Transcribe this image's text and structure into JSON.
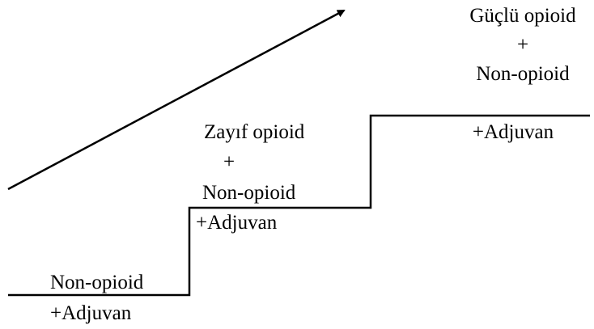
{
  "diagram": {
    "colors": {
      "line": "#000000",
      "text": "#000000",
      "background": "#ffffff"
    },
    "steps": [
      {
        "level": 1,
        "lines": [
          "Non-opioid",
          "+Adjuvan"
        ]
      },
      {
        "level": 2,
        "lines": [
          "Zayıf opioid",
          "+",
          "Non-opioid",
          "+Adjuvan"
        ]
      },
      {
        "level": 3,
        "lines": [
          "Güçlü opioid",
          "+",
          "Non-opioid",
          "+Adjuvan"
        ]
      }
    ]
  }
}
